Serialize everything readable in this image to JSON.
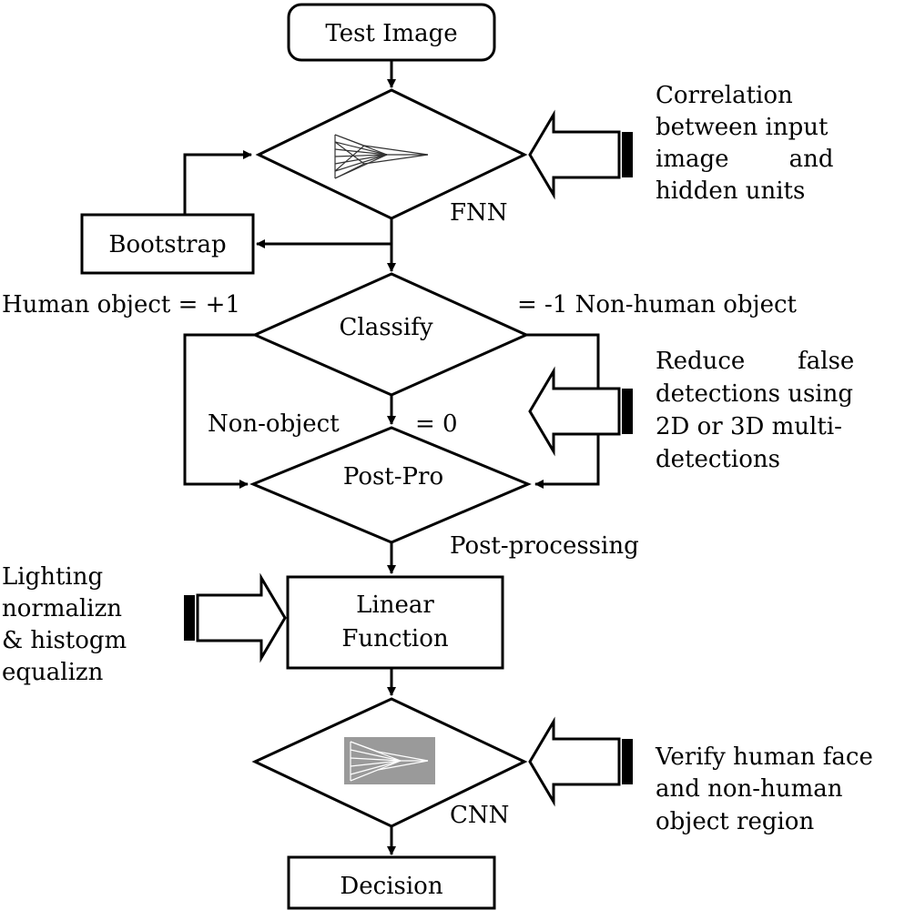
{
  "nodes": {
    "test_image": "Test Image",
    "bootstrap": "Bootstrap",
    "classify": "Classify",
    "post_pro": "Post-Pro",
    "linear_function_line1": "Linear",
    "linear_function_line2": "Function",
    "decision": "Decision"
  },
  "labels": {
    "fnn": "FNN",
    "cnn": "CNN",
    "post_processing": "Post-processing",
    "human_object": "Human object = +1",
    "non_human_object": "= -1 Non-human object",
    "non_object": "Non-object",
    "equals_zero": "= 0"
  },
  "annotations": {
    "correlation": [
      "Correlation",
      "between input",
      "image        and",
      "hidden units"
    ],
    "reduce": [
      "Reduce       false",
      "detections using",
      "2D or 3D multi-",
      "detections"
    ],
    "lighting": [
      "Lighting",
      "normalizn",
      "& histogm",
      "equalizn"
    ],
    "verify": [
      "Verify human face",
      "and non-human",
      "object region"
    ]
  }
}
